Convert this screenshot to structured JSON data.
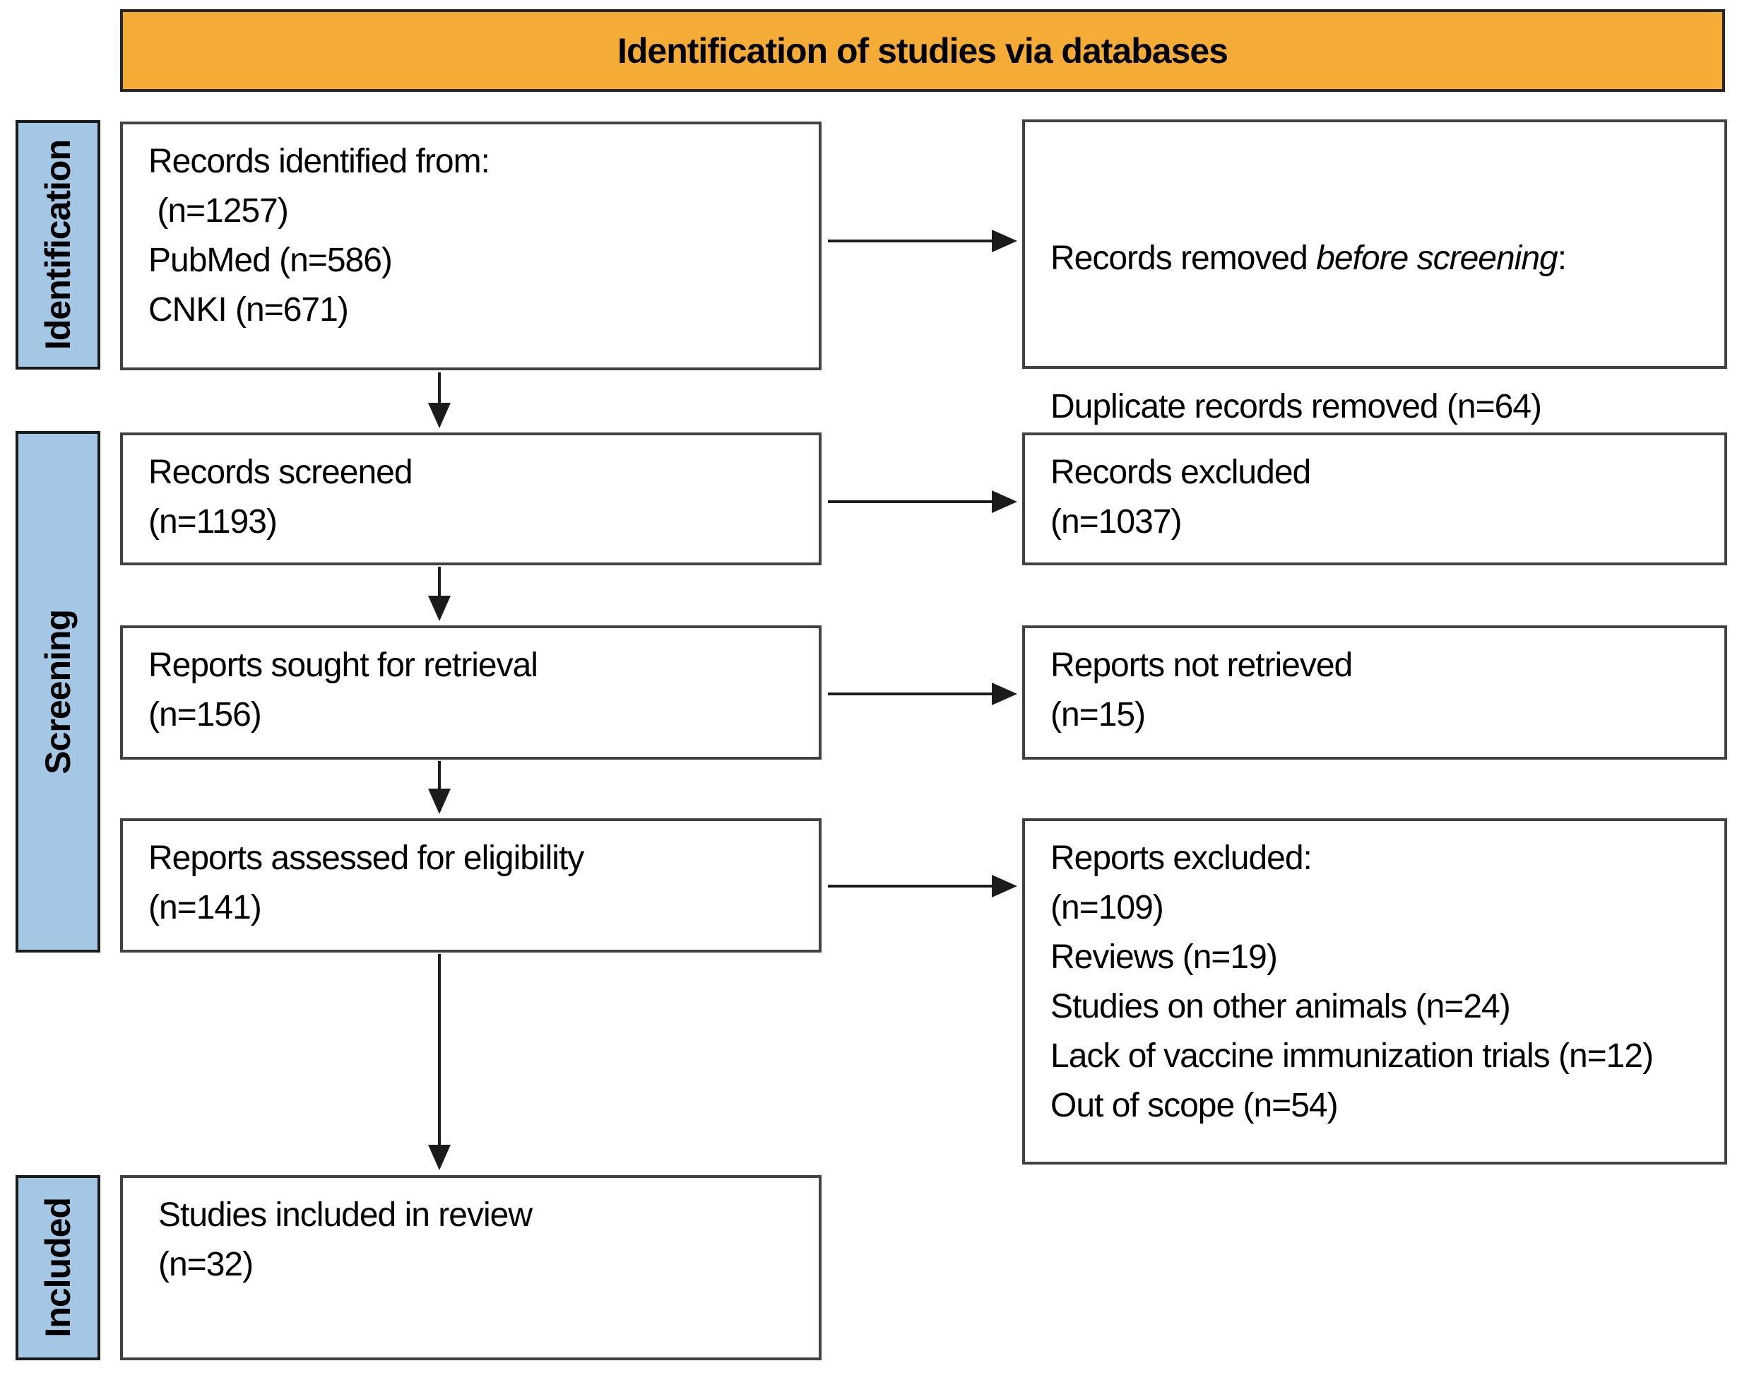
{
  "colors": {
    "header_bg": "#F4AC36",
    "stage_bg": "#A3C7E5",
    "box_border": "#424242",
    "line": "#1b1b1b"
  },
  "header": {
    "title": "Identification of studies via databases"
  },
  "stages": [
    {
      "label": "Identification"
    },
    {
      "label": "Screening"
    },
    {
      "label": "Included"
    }
  ],
  "boxes": {
    "records_identified": {
      "text": "Records identified from:\n (n=1257)\nPubMed (n=586)\nCNKI (n=671)"
    },
    "records_removed": {
      "prefix": "Records removed ",
      "italic": "before screening",
      "suffix": ":",
      "line2": "Duplicate records removed (n=64)"
    },
    "records_screened": {
      "text": "Records screened\n(n=1193)"
    },
    "records_excluded": {
      "text": "Records excluded\n(n=1037)"
    },
    "reports_sought": {
      "text": "Reports sought for retrieval\n(n=156)"
    },
    "reports_not_retrieved": {
      "text": "Reports not retrieved\n(n=15)"
    },
    "reports_assessed": {
      "text": "Reports assessed for eligibility\n(n=141)"
    },
    "reports_excluded": {
      "text": "Reports excluded:\n(n=109)\nReviews (n=19)\nStudies on other animals (n=24)\nLack of vaccine immunization trials (n=12)\nOut of scope (n=54)"
    },
    "studies_included": {
      "text": "Studies included in review\n(n=32)"
    }
  }
}
